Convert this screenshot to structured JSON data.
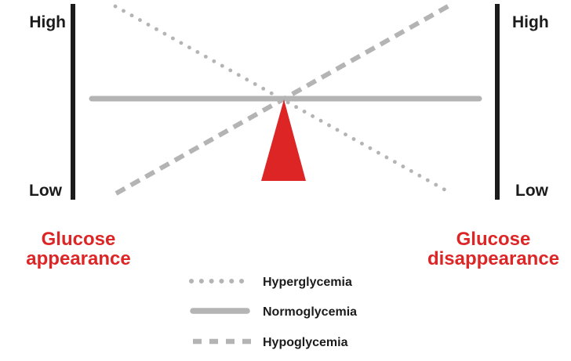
{
  "colors": {
    "red": "#dd2526",
    "gray": "#b4b4b4",
    "black": "#1b1b1b",
    "background": "#ffffff"
  },
  "axis": {
    "left": {
      "top": "High",
      "bottom": "Low"
    },
    "right": {
      "top": "High",
      "bottom": "Low"
    }
  },
  "balance_labels": {
    "left": {
      "line1": "Glucose",
      "line2": "appearance"
    },
    "right": {
      "line1": "Glucose",
      "line2": "disappearance"
    }
  },
  "legend": {
    "items": [
      {
        "line_style": "dotted",
        "label": "Hyperglycemia"
      },
      {
        "line_style": "solid",
        "label": "Normoglycemia"
      },
      {
        "line_style": "dashed",
        "label": "Hypoglycemia"
      }
    ]
  }
}
